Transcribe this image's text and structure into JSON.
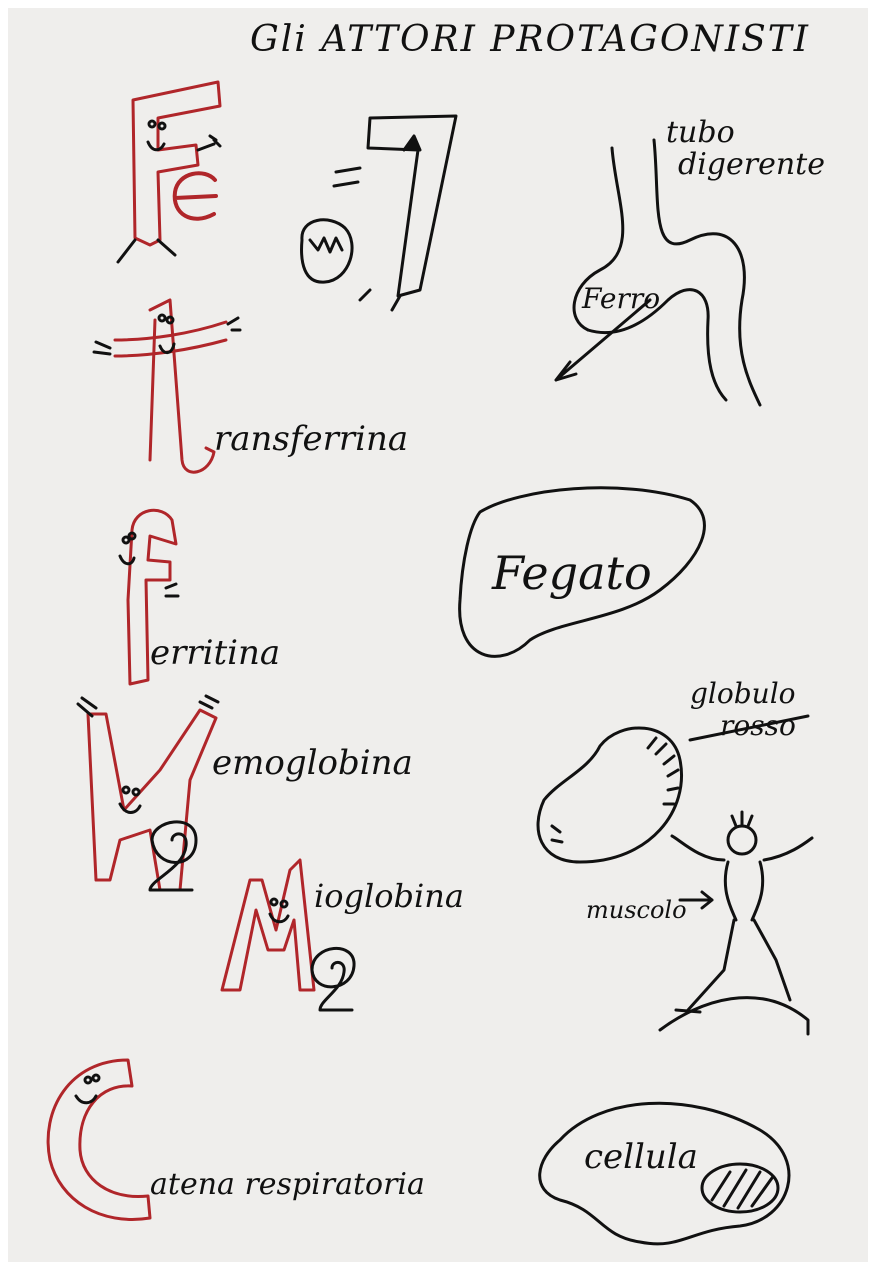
{
  "title": "Gli ATTORI PROTAGONISTI",
  "labels": {
    "tubo_1": "tubo",
    "tubo_2": "digerente",
    "ferro": "Ferro",
    "transferrina": "ransferrina",
    "fegato": "Fegato",
    "ferritina": "erritina",
    "globulo_1": "globulo",
    "globulo_2": "rosso",
    "emoglobina": "emoglobina",
    "muscolo": "muscolo",
    "mioglobina": "ioglobina",
    "catena": "atena respiratoria",
    "cellula": "cellula"
  },
  "colors": {
    "ink": "#111111",
    "red": "#b0262a",
    "paper": "#efeeec"
  }
}
